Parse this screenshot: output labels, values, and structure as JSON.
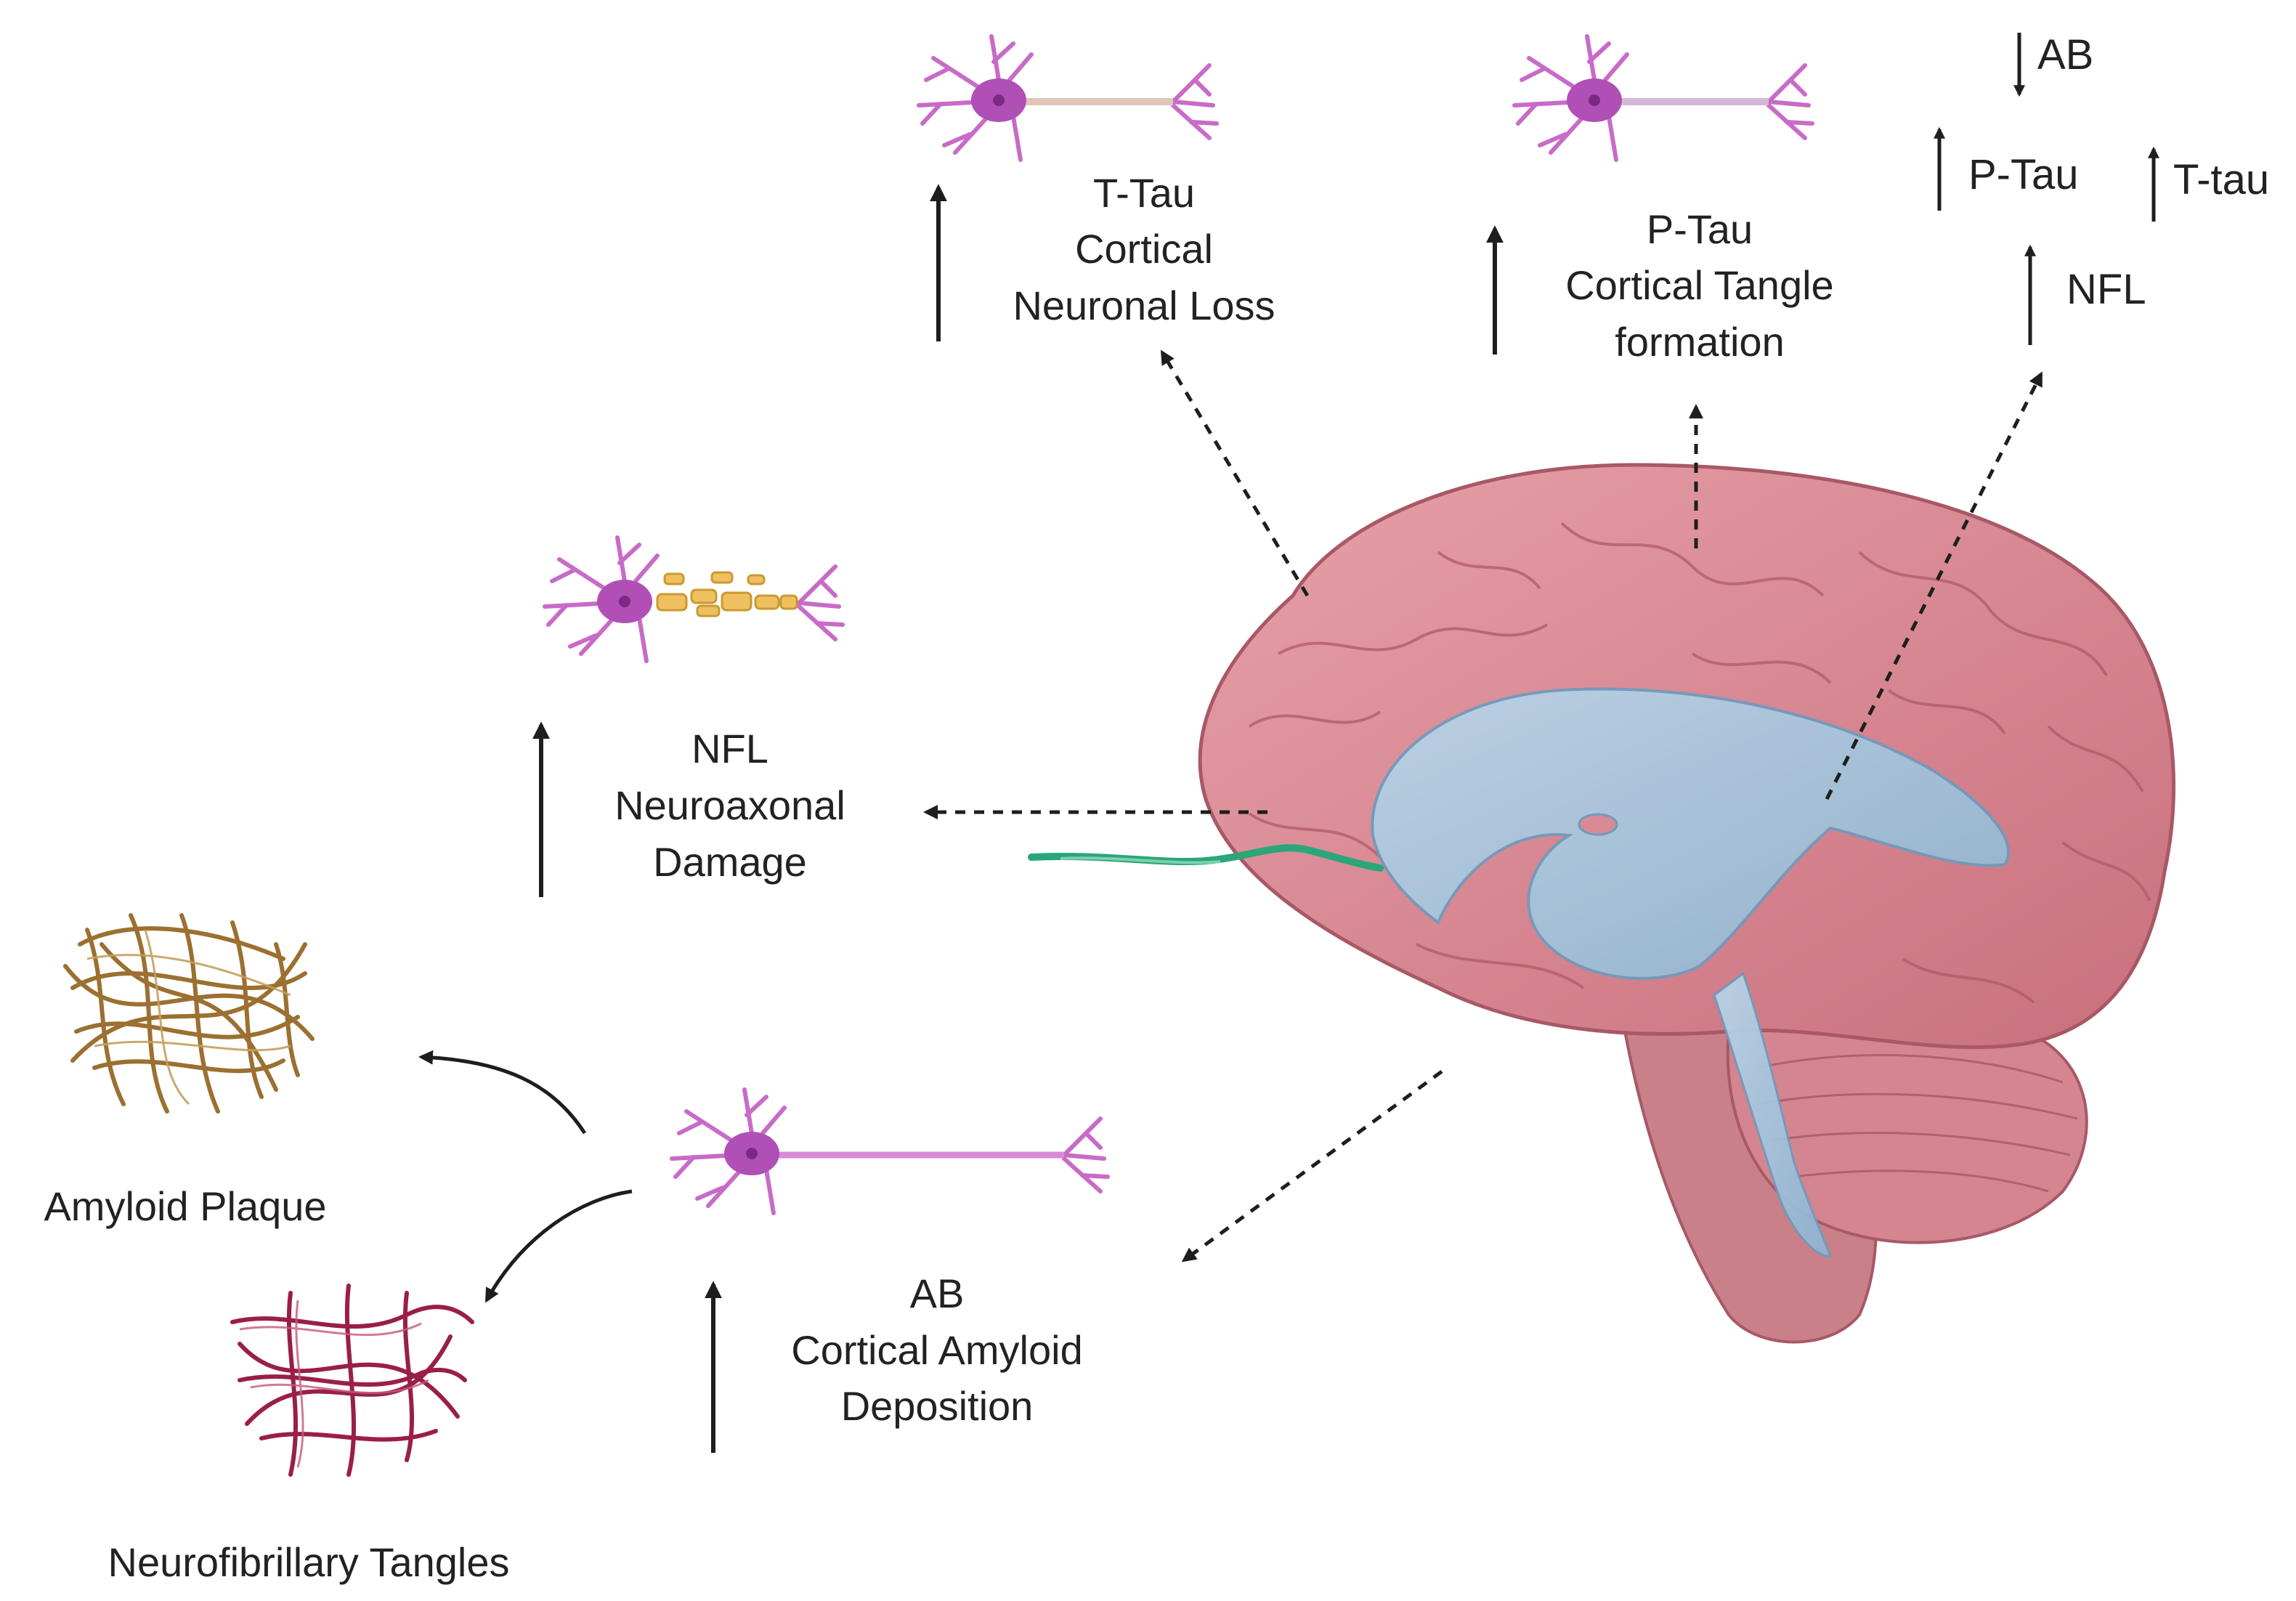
{
  "colors": {
    "brain": "#d98a94",
    "brain_dark": "#b5606e",
    "ventricle": "#9fc3dc",
    "neuron": "#c86bc8",
    "neuron_body": "#b04fb6",
    "axon_damaged": "#f0c060",
    "plaque": "#9b7030",
    "tangle": "#9a1f45",
    "nerve": "#2aa67a",
    "arrow": "#1e1e1e"
  },
  "labels": {
    "ttau": {
      "line1": "T-Tau",
      "line2": "Cortical",
      "line3": "Neuronal Loss"
    },
    "ptau": {
      "line1": "P-Tau",
      "line2": "Cortical Tangle",
      "line3": "formation"
    },
    "nfl": {
      "line1": "NFL",
      "line2": "Neuroaxonal",
      "line3": "Damage"
    },
    "ab": {
      "line1": "AB",
      "line2": "Cortical Amyloid",
      "line3": "Deposition"
    },
    "amyloid_plaque": "Amyloid Plaque",
    "neurofibrillary_tangles": "Neurofibrillary Tangles"
  },
  "summary": {
    "ab": "AB",
    "ptau": "P-Tau",
    "ttau": "T-tau",
    "nfl": "NFL"
  }
}
